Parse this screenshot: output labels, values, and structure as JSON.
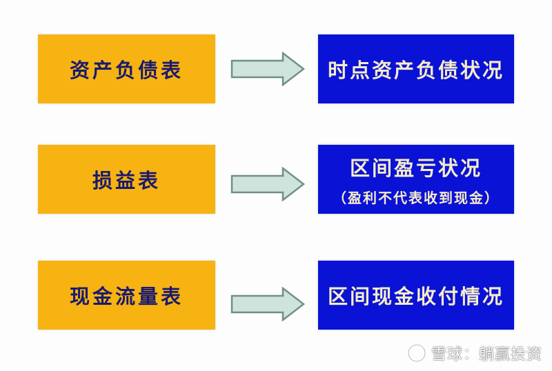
{
  "rows": [
    {
      "left_label": "资产负债表",
      "right_label": "时点资产负债状况",
      "right_sub": ""
    },
    {
      "left_label": "损益表",
      "right_label": "区间盈亏状况",
      "right_sub": "（盈利不代表收到现金）"
    },
    {
      "left_label": "现金流量表",
      "right_label": "区间现金收付情况",
      "right_sub": ""
    }
  ],
  "watermark": {
    "text": "雪球：躺赢投资",
    "icon": "snowball-logo-icon"
  },
  "colors": {
    "left_box": "#f7b312",
    "right_box": "#0a12d6",
    "arrow_fill": "#cfe3dd",
    "arrow_stroke": "#6f8f86"
  }
}
